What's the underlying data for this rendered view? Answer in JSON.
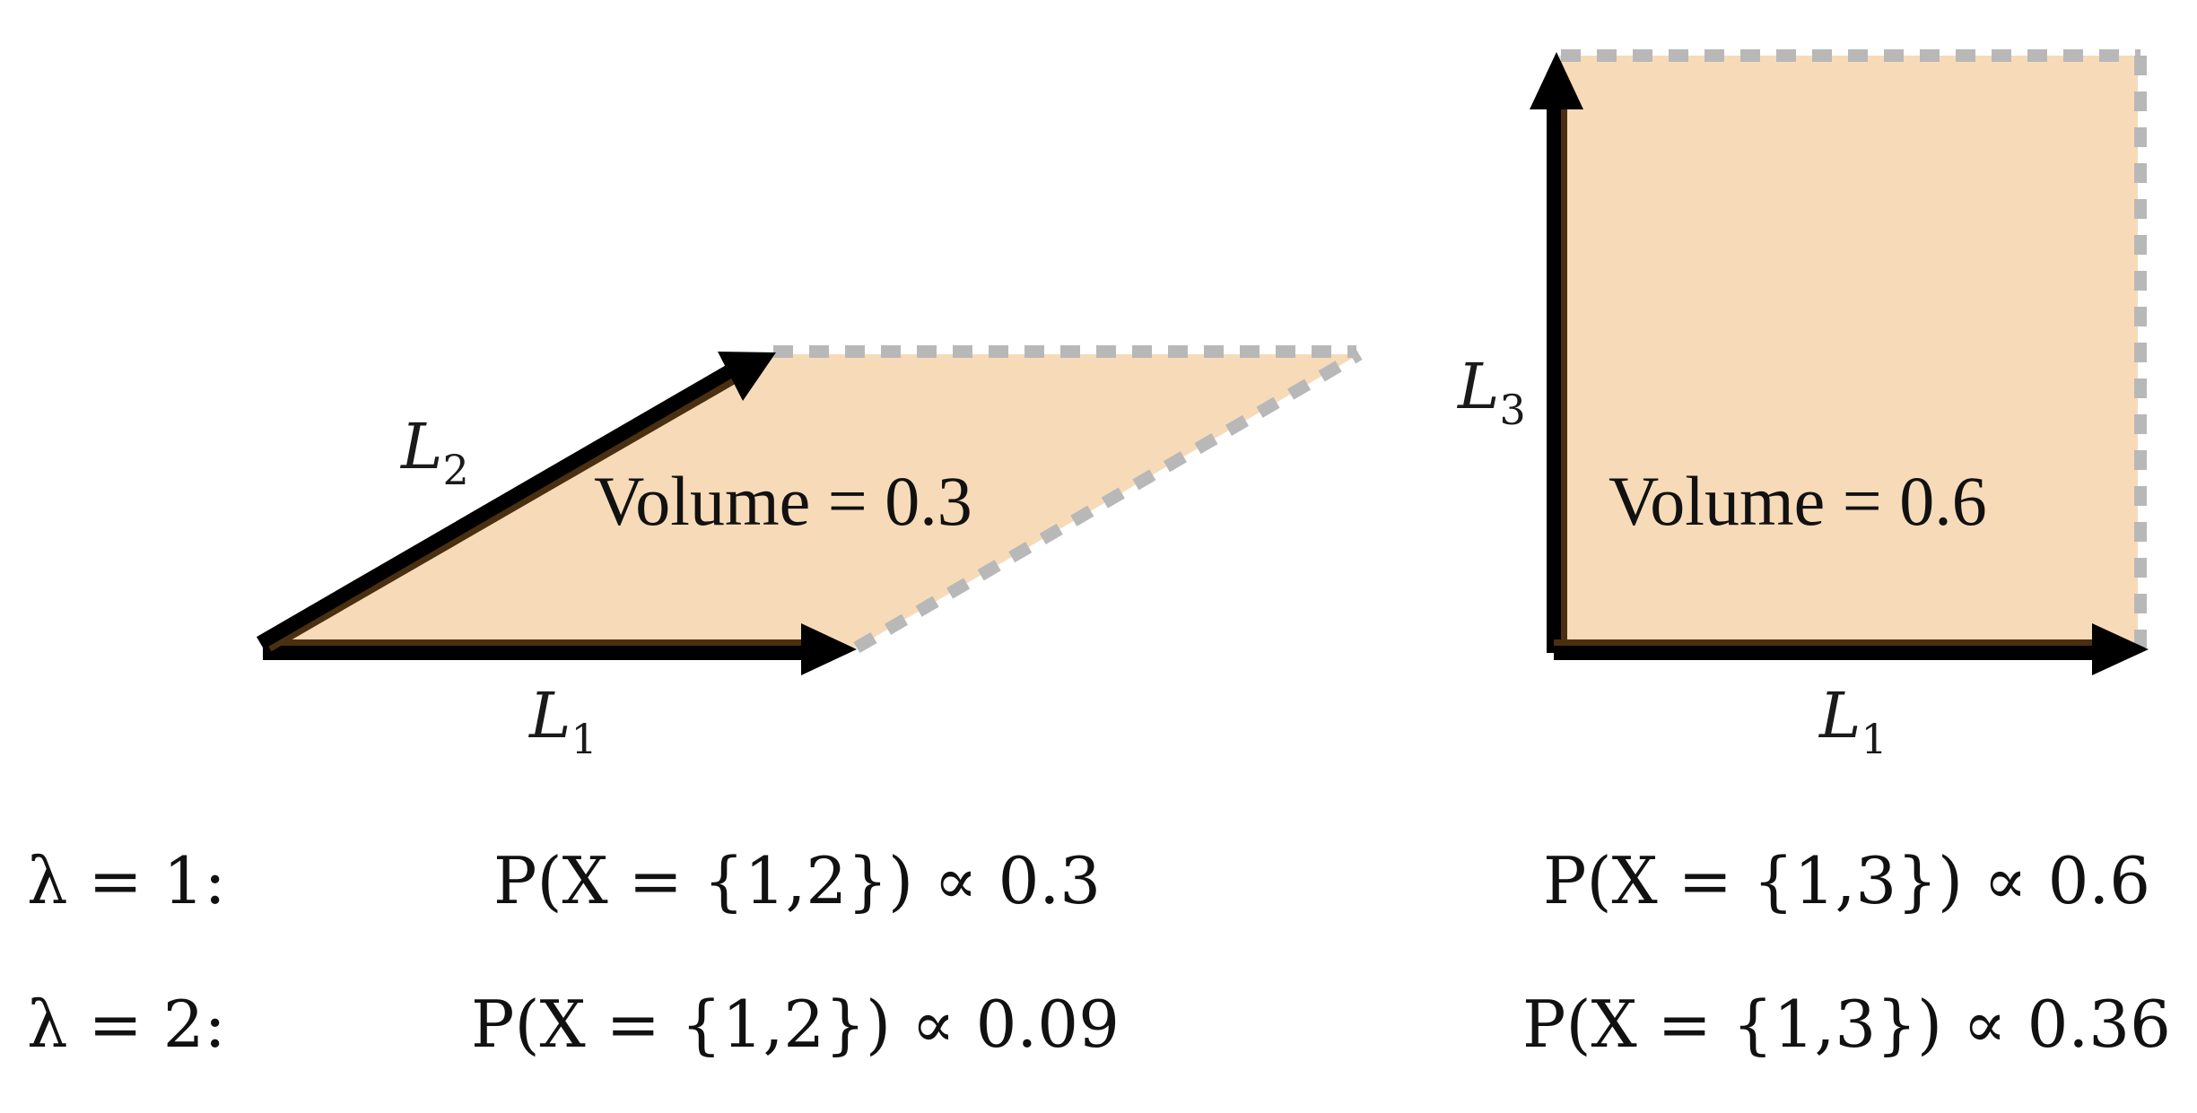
{
  "left_panel": {
    "vector_a": {
      "base": "L",
      "sub": "1"
    },
    "vector_b": {
      "base": "L",
      "sub": "2"
    },
    "volume_label": "Volume =  0.3"
  },
  "right_panel": {
    "vector_a": {
      "base": "L",
      "sub": "1"
    },
    "vector_b": {
      "base": "L",
      "sub": "3"
    },
    "volume_label": "Volume =  0.6"
  },
  "rows": [
    {
      "lambda": "λ = 1:",
      "left": "P(X = {1,2}) ∝ 0.3",
      "right": "P(X = {1,3}) ∝ 0.6"
    },
    {
      "lambda": "λ = 2:",
      "left": "P(X = {1,2}) ∝ 0.09",
      "right": "P(X = {1,3}) ∝ 0.36"
    }
  ],
  "colors": {
    "fill": "#f7dbb8",
    "arrow": "#000000",
    "arrow_shadow": "#4a2f10",
    "dashed": "#b8b8b8"
  }
}
